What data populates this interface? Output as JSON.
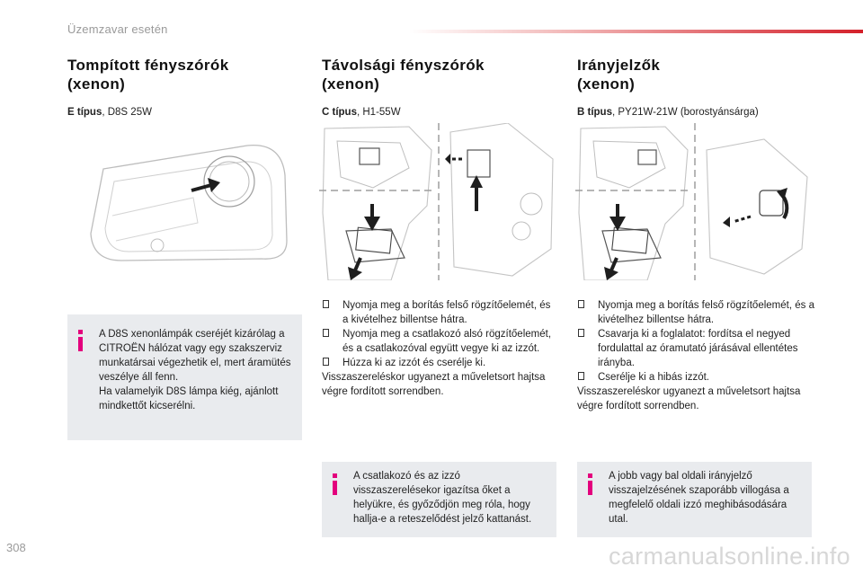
{
  "header": {
    "section_title": "Üzemzavar esetén"
  },
  "columns": [
    {
      "title_line1": "Tompított fényszórók",
      "title_line2": "(xenon)",
      "type_label": "E típus",
      "type_value": ", D8S 25W"
    },
    {
      "title_line1": "Távolsági fényszórók",
      "title_line2": "(xenon)",
      "type_label": "C típus",
      "type_value": ", H1-55W",
      "steps": [
        "Nyomja meg a borítás felső rögzítőelemét, és a kivételhez billentse hátra.",
        "Nyomja meg a csatlakozó alsó rögzítőelemét, és a csatlakozóval együtt vegye ki az izzót.",
        "Húzza ki az izzót és cserélje ki."
      ],
      "tail": "Visszaszereléskor ugyanezt a műveletsort hajtsa végre fordított sorrendben."
    },
    {
      "title_line1": "Irányjelzők",
      "title_line2": "(xenon)",
      "type_label": "B típus",
      "type_value": ", PY21W-21W (borostyánsárga)",
      "steps": [
        "Nyomja meg a borítás felső rögzítőelemét, és a kivételhez billentse hátra.",
        "Csavarja ki a foglalatot: fordítsa el negyed fordulattal az óramutató járásával ellentétes irányba.",
        "Cserélje ki a hibás izzót."
      ],
      "tail": "Visszaszereléskor ugyanezt a műveletsort hajtsa végre fordított sorrendben."
    }
  ],
  "notes": [
    "A D8S xenonlámpák cseréjét kizárólag a CITROËN hálózat vagy egy szakszerviz munkatársai végezhetik el, mert áramütés veszélye áll fenn.\nHa valamelyik D8S lámpa kiég, ajánlott mindkettőt kicserélni.",
    "A csatlakozó és az izzó visszaszerelésekor igazítsa őket a helyükre, és győződjön meg róla, hogy hallja-e a reteszelődést jelző kattanást.",
    "A jobb vagy bal oldali irányjelző visszajelzésének szaporább villogása a megfelelő oldali izzó meghibásodására utal."
  ],
  "page_number": "308",
  "watermark": "carmanualsonline.info",
  "colors": {
    "accent": "#d4202a",
    "info_icon": "#e3007d",
    "note_bg": "#e9ebee"
  }
}
